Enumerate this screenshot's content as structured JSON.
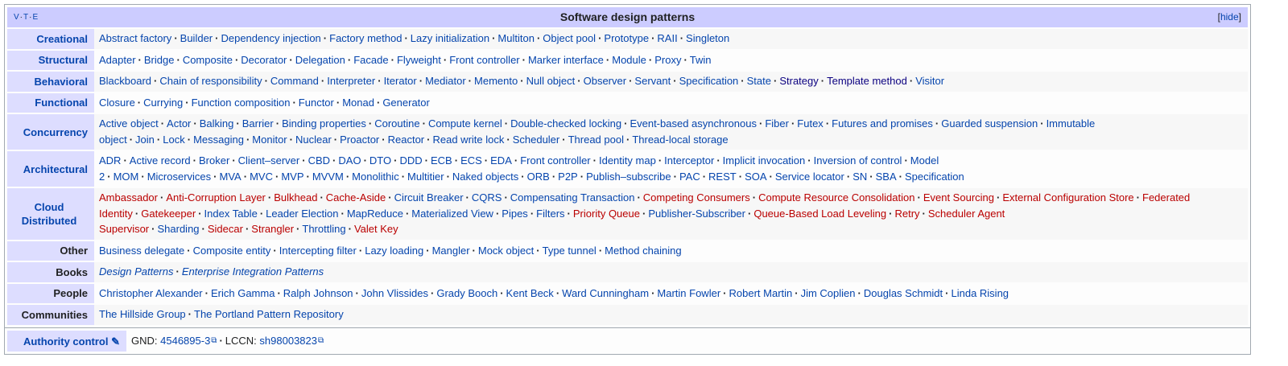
{
  "title": "Software design patterns",
  "vte": [
    "V",
    "T",
    "E"
  ],
  "hide_label": "hide",
  "groups": [
    {
      "label": "Creational",
      "link": true,
      "items": [
        {
          "t": "Abstract factory"
        },
        {
          "t": "Builder"
        },
        {
          "t": "Dependency injection"
        },
        {
          "t": "Factory method"
        },
        {
          "t": "Lazy initialization"
        },
        {
          "t": "Multiton"
        },
        {
          "t": "Object pool"
        },
        {
          "t": "Prototype"
        },
        {
          "t": "RAII"
        },
        {
          "t": "Singleton"
        }
      ]
    },
    {
      "label": "Structural",
      "link": true,
      "items": [
        {
          "t": "Adapter"
        },
        {
          "t": "Bridge"
        },
        {
          "t": "Composite"
        },
        {
          "t": "Decorator"
        },
        {
          "t": "Delegation"
        },
        {
          "t": "Facade"
        },
        {
          "t": "Flyweight"
        },
        {
          "t": "Front controller"
        },
        {
          "t": "Marker interface"
        },
        {
          "t": "Module"
        },
        {
          "t": "Proxy"
        },
        {
          "t": "Twin"
        }
      ]
    },
    {
      "label": "Behavioral",
      "link": true,
      "items": [
        {
          "t": "Blackboard"
        },
        {
          "t": "Chain of responsibility"
        },
        {
          "t": "Command"
        },
        {
          "t": "Interpreter"
        },
        {
          "t": "Iterator"
        },
        {
          "t": "Mediator"
        },
        {
          "t": "Memento"
        },
        {
          "t": "Null object"
        },
        {
          "t": "Observer"
        },
        {
          "t": "Servant"
        },
        {
          "t": "Specification"
        },
        {
          "t": "State"
        },
        {
          "t": "Strategy",
          "c": "visited"
        },
        {
          "t": "Template method",
          "c": "visited"
        },
        {
          "t": "Visitor"
        }
      ]
    },
    {
      "label": "Functional",
      "link": true,
      "items": [
        {
          "t": "Closure"
        },
        {
          "t": "Currying"
        },
        {
          "t": "Function composition"
        },
        {
          "t": "Functor"
        },
        {
          "t": "Monad"
        },
        {
          "t": "Generator"
        }
      ]
    },
    {
      "label": "Concurrency",
      "link": true,
      "items": [
        {
          "t": "Active object"
        },
        {
          "t": "Actor"
        },
        {
          "t": "Balking"
        },
        {
          "t": "Barrier"
        },
        {
          "t": "Binding properties"
        },
        {
          "t": "Coroutine"
        },
        {
          "t": "Compute kernel"
        },
        {
          "t": "Double-checked locking"
        },
        {
          "t": "Event-based asynchronous"
        },
        {
          "t": "Fiber"
        },
        {
          "t": "Futex"
        },
        {
          "t": "Futures and promises"
        },
        {
          "t": "Guarded suspension"
        },
        {
          "t": "Immutable object"
        },
        {
          "t": "Join"
        },
        {
          "t": "Lock"
        },
        {
          "t": "Messaging"
        },
        {
          "t": "Monitor"
        },
        {
          "t": "Nuclear"
        },
        {
          "t": "Proactor"
        },
        {
          "t": "Reactor"
        },
        {
          "t": "Read write lock"
        },
        {
          "t": "Scheduler"
        },
        {
          "t": "Thread pool"
        },
        {
          "t": "Thread-local storage"
        }
      ]
    },
    {
      "label": "Architectural",
      "link": true,
      "items": [
        {
          "t": "ADR"
        },
        {
          "t": "Active record"
        },
        {
          "t": "Broker"
        },
        {
          "t": "Client–server"
        },
        {
          "t": "CBD"
        },
        {
          "t": "DAO"
        },
        {
          "t": "DTO"
        },
        {
          "t": "DDD"
        },
        {
          "t": "ECB"
        },
        {
          "t": "ECS"
        },
        {
          "t": "EDA"
        },
        {
          "t": "Front controller"
        },
        {
          "t": "Identity map"
        },
        {
          "t": "Interceptor"
        },
        {
          "t": "Implicit invocation"
        },
        {
          "t": "Inversion of control"
        },
        {
          "t": "Model 2"
        },
        {
          "t": "MOM"
        },
        {
          "t": "Microservices"
        },
        {
          "t": "MVA"
        },
        {
          "t": "MVC"
        },
        {
          "t": "MVP"
        },
        {
          "t": "MVVM"
        },
        {
          "t": "Monolithic"
        },
        {
          "t": "Multitier"
        },
        {
          "t": "Naked objects"
        },
        {
          "t": "ORB"
        },
        {
          "t": "P2P"
        },
        {
          "t": "Publish–subscribe"
        },
        {
          "t": "PAC"
        },
        {
          "t": "REST"
        },
        {
          "t": "SOA"
        },
        {
          "t": "Service locator"
        },
        {
          "t": "SN"
        },
        {
          "t": "SBA"
        },
        {
          "t": "Specification"
        }
      ]
    },
    {
      "label": "Cloud Distributed",
      "link": true,
      "items": [
        {
          "t": "Ambassador",
          "c": "red"
        },
        {
          "t": "Anti-Corruption Layer",
          "c": "red"
        },
        {
          "t": "Bulkhead",
          "c": "red"
        },
        {
          "t": "Cache-Aside",
          "c": "red"
        },
        {
          "t": "Circuit Breaker"
        },
        {
          "t": "CQRS"
        },
        {
          "t": "Compensating Transaction"
        },
        {
          "t": "Competing Consumers",
          "c": "red"
        },
        {
          "t": "Compute Resource Consolidation",
          "c": "red"
        },
        {
          "t": "Event Sourcing",
          "c": "red"
        },
        {
          "t": "External Configuration Store",
          "c": "red"
        },
        {
          "t": "Federated Identity",
          "c": "red"
        },
        {
          "t": "Gatekeeper",
          "c": "red"
        },
        {
          "t": "Index Table"
        },
        {
          "t": "Leader Election"
        },
        {
          "t": "MapReduce"
        },
        {
          "t": "Materialized View"
        },
        {
          "t": "Pipes"
        },
        {
          "t": "Filters"
        },
        {
          "t": "Priority Queue",
          "c": "red"
        },
        {
          "t": "Publisher-Subscriber"
        },
        {
          "t": "Queue-Based Load Leveling",
          "c": "red"
        },
        {
          "t": "Retry",
          "c": "red"
        },
        {
          "t": "Scheduler Agent Supervisor",
          "c": "red"
        },
        {
          "t": "Sharding"
        },
        {
          "t": "Sidecar",
          "c": "red"
        },
        {
          "t": "Strangler",
          "c": "red"
        },
        {
          "t": "Throttling"
        },
        {
          "t": "Valet Key",
          "c": "red"
        }
      ]
    },
    {
      "label": "Other",
      "link": false,
      "items": [
        {
          "t": "Business delegate"
        },
        {
          "t": "Composite entity"
        },
        {
          "t": "Intercepting filter"
        },
        {
          "t": "Lazy loading"
        },
        {
          "t": "Mangler"
        },
        {
          "t": "Mock object"
        },
        {
          "t": "Type tunnel"
        },
        {
          "t": "Method chaining"
        }
      ]
    },
    {
      "label": "Books",
      "link": false,
      "italic": true,
      "items": [
        {
          "t": "Design Patterns"
        },
        {
          "t": "Enterprise Integration Patterns"
        }
      ]
    },
    {
      "label": "People",
      "link": false,
      "items": [
        {
          "t": "Christopher Alexander"
        },
        {
          "t": "Erich Gamma"
        },
        {
          "t": "Ralph Johnson"
        },
        {
          "t": "John Vlissides"
        },
        {
          "t": "Grady Booch"
        },
        {
          "t": "Kent Beck"
        },
        {
          "t": "Ward Cunningham"
        },
        {
          "t": "Martin Fowler"
        },
        {
          "t": "Robert Martin"
        },
        {
          "t": "Jim Coplien"
        },
        {
          "t": "Douglas Schmidt"
        },
        {
          "t": "Linda Rising"
        }
      ]
    },
    {
      "label": "Communities",
      "link": false,
      "items": [
        {
          "t": "The Hillside Group"
        },
        {
          "t": "The Portland Pattern Repository"
        }
      ]
    }
  ],
  "authority": {
    "label": "Authority control",
    "edit_icon": "pencil-icon",
    "entries": [
      {
        "key": "GND:",
        "value": "4546895-3"
      },
      {
        "key": "LCCN:",
        "value": "sh98003823"
      }
    ]
  },
  "colors": {
    "header": "#ccccff",
    "group": "#ddddff",
    "link": "#0645ad",
    "redlink": "#ba0000",
    "visited": "#0b0080"
  }
}
